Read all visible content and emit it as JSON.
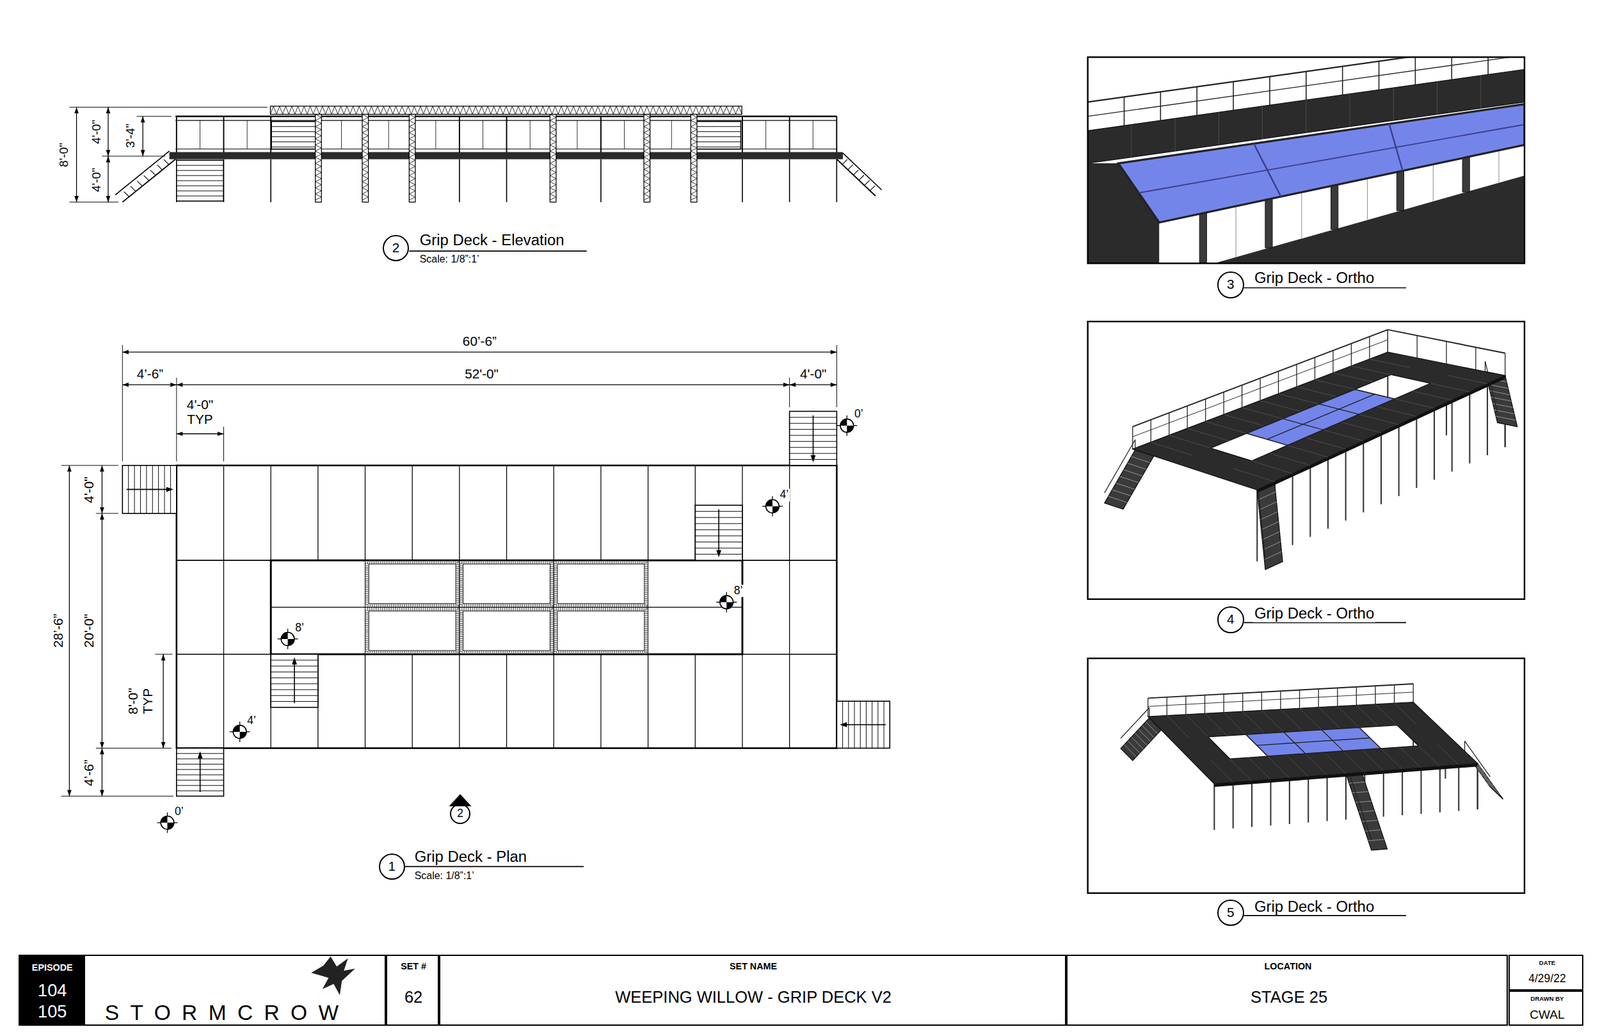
{
  "diagram": {
    "nodes": [
      {
        "text": [
          "2"
        ]
      },
      {
        "text": [
          "3"
        ]
      },
      {
        "text": [
          "4"
        ]
      },
      {
        "text": [
          "2"
        ]
      },
      {
        "text": [
          "1"
        ]
      },
      {
        "text": [
          "5"
        ]
      },
      {
        "text": [
          "EPISODE",
          "104",
          "105"
        ]
      },
      {
        "text": [
          "STORMCROW"
        ]
      },
      {
        "text": [
          "SET #",
          "62"
        ]
      },
      {
        "text": [
          "SET NAME",
          "WEEPING WILLOW - GRIP DECK V2"
        ]
      },
      {
        "text": [
          "LOCATION",
          "STAGE 25"
        ]
      },
      {
        "text": [
          "DATE",
          "4/29/22"
        ]
      },
      {
        "text": [
          "DRAWN BY",
          "CWAL"
        ]
      }
    ],
    "labels": [
      "8'-0\"",
      "4'-0\"",
      "4'-0\"",
      "3'-4\"",
      "Grip Deck - Elevation",
      "Scale: 1/8”:1’",
      "Grip Deck - Ortho",
      "60’-6”",
      "4’-6”",
      "52'-0\"",
      "4'-0\"",
      "4'-0\" TYP",
      "0’",
      "Grip Deck - Ortho",
      "4'-0\"",
      "4’",
      "28’-6”",
      "20'-0\"",
      "8’",
      "8’",
      "8'-0\" TYP",
      "4’",
      "4’-6”",
      "0’",
      "Grip Deck - Plan",
      "Scale: 1/8”:1’",
      "Grip Deck - Ortho"
    ]
  }
}
